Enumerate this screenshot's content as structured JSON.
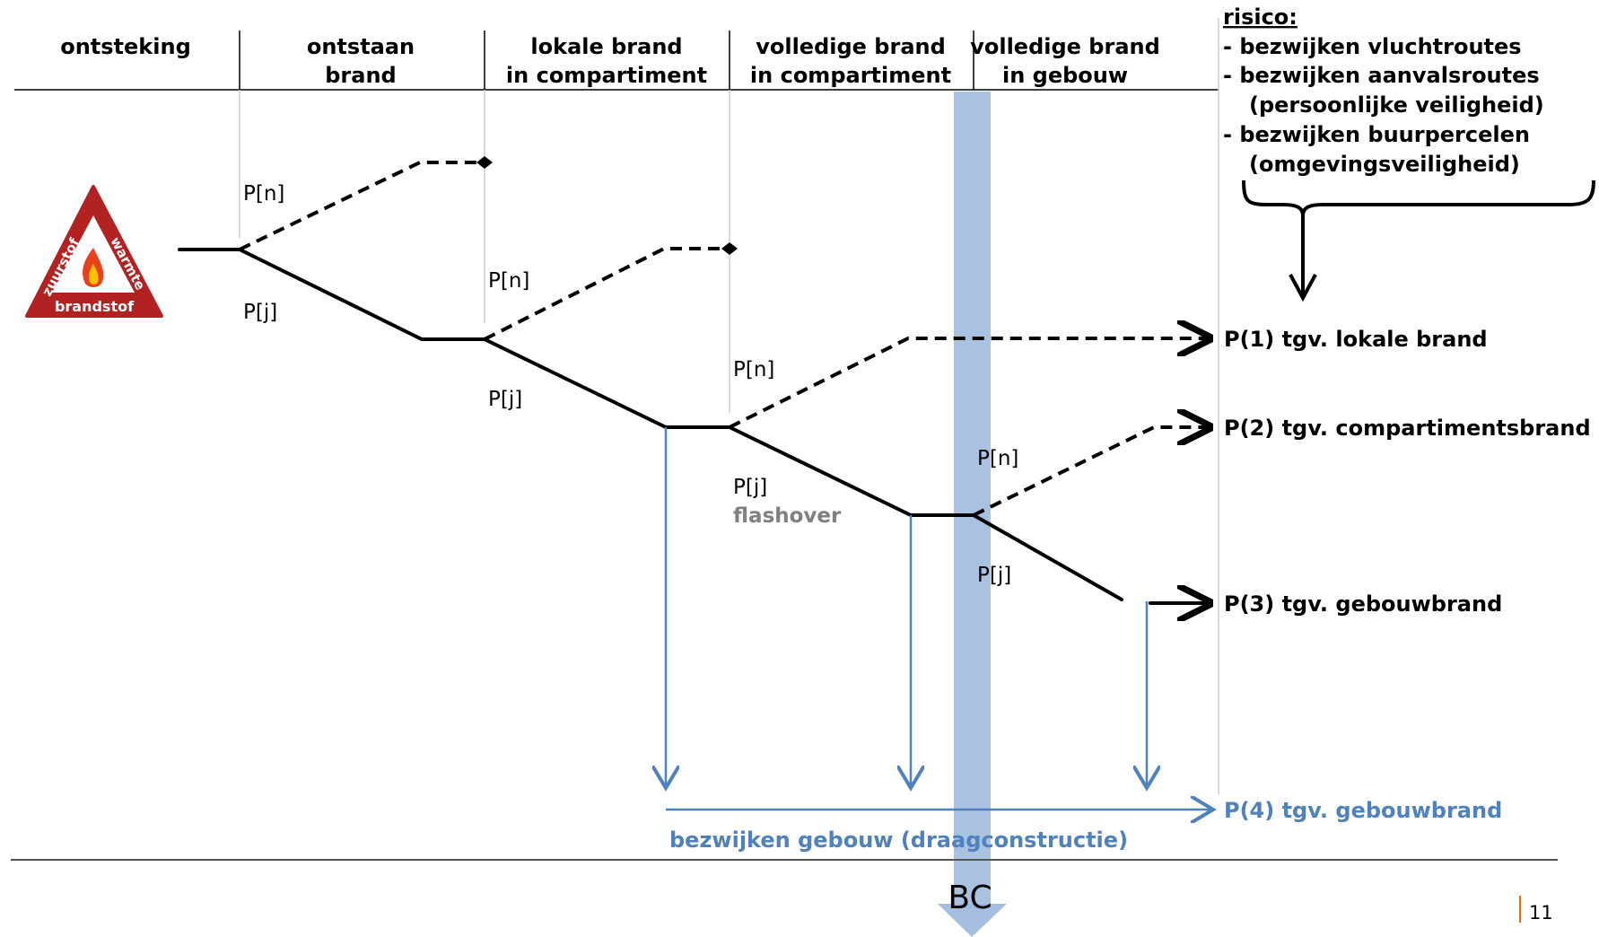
{
  "header": {
    "col1": "ontsteking",
    "col2": [
      "ontstaan",
      "brand"
    ],
    "col3": [
      "lokale brand",
      "in compartiment"
    ],
    "col4": [
      "volledige brand",
      "in compartiment"
    ],
    "col5": [
      "volledige brand",
      "in gebouw"
    ]
  },
  "risk": {
    "title": "risico:",
    "items": [
      "- bezwijken vluchtroutes",
      "- bezwijken aanvalsroutes",
      "(persoonlijke veiligheid)",
      "- bezwijken buurpercelen",
      "(omgevingsveiligheid)"
    ]
  },
  "logo": {
    "left": "zuurstof",
    "right": "warmte",
    "bottom": "brandstof"
  },
  "branch_labels": {
    "no": "P[n]",
    "yes": "P[j]",
    "flashover": "flashover"
  },
  "outcomes": [
    "P(1) tgv. lokale brand",
    "P(2) tgv. compartimentsbrand",
    "P(3) tgv. gebouwbrand",
    "P(4) tgv. gebouwbrand"
  ],
  "collapse_label": "bezwijken gebouw (draagconstructie)",
  "bc_label": "BC",
  "page_number": "11",
  "colors": {
    "line": "#000000",
    "blue": "#4f81bd",
    "band": "#9bb7dd",
    "logo_red": "#b22222",
    "page_accent": "#e46c0a"
  }
}
